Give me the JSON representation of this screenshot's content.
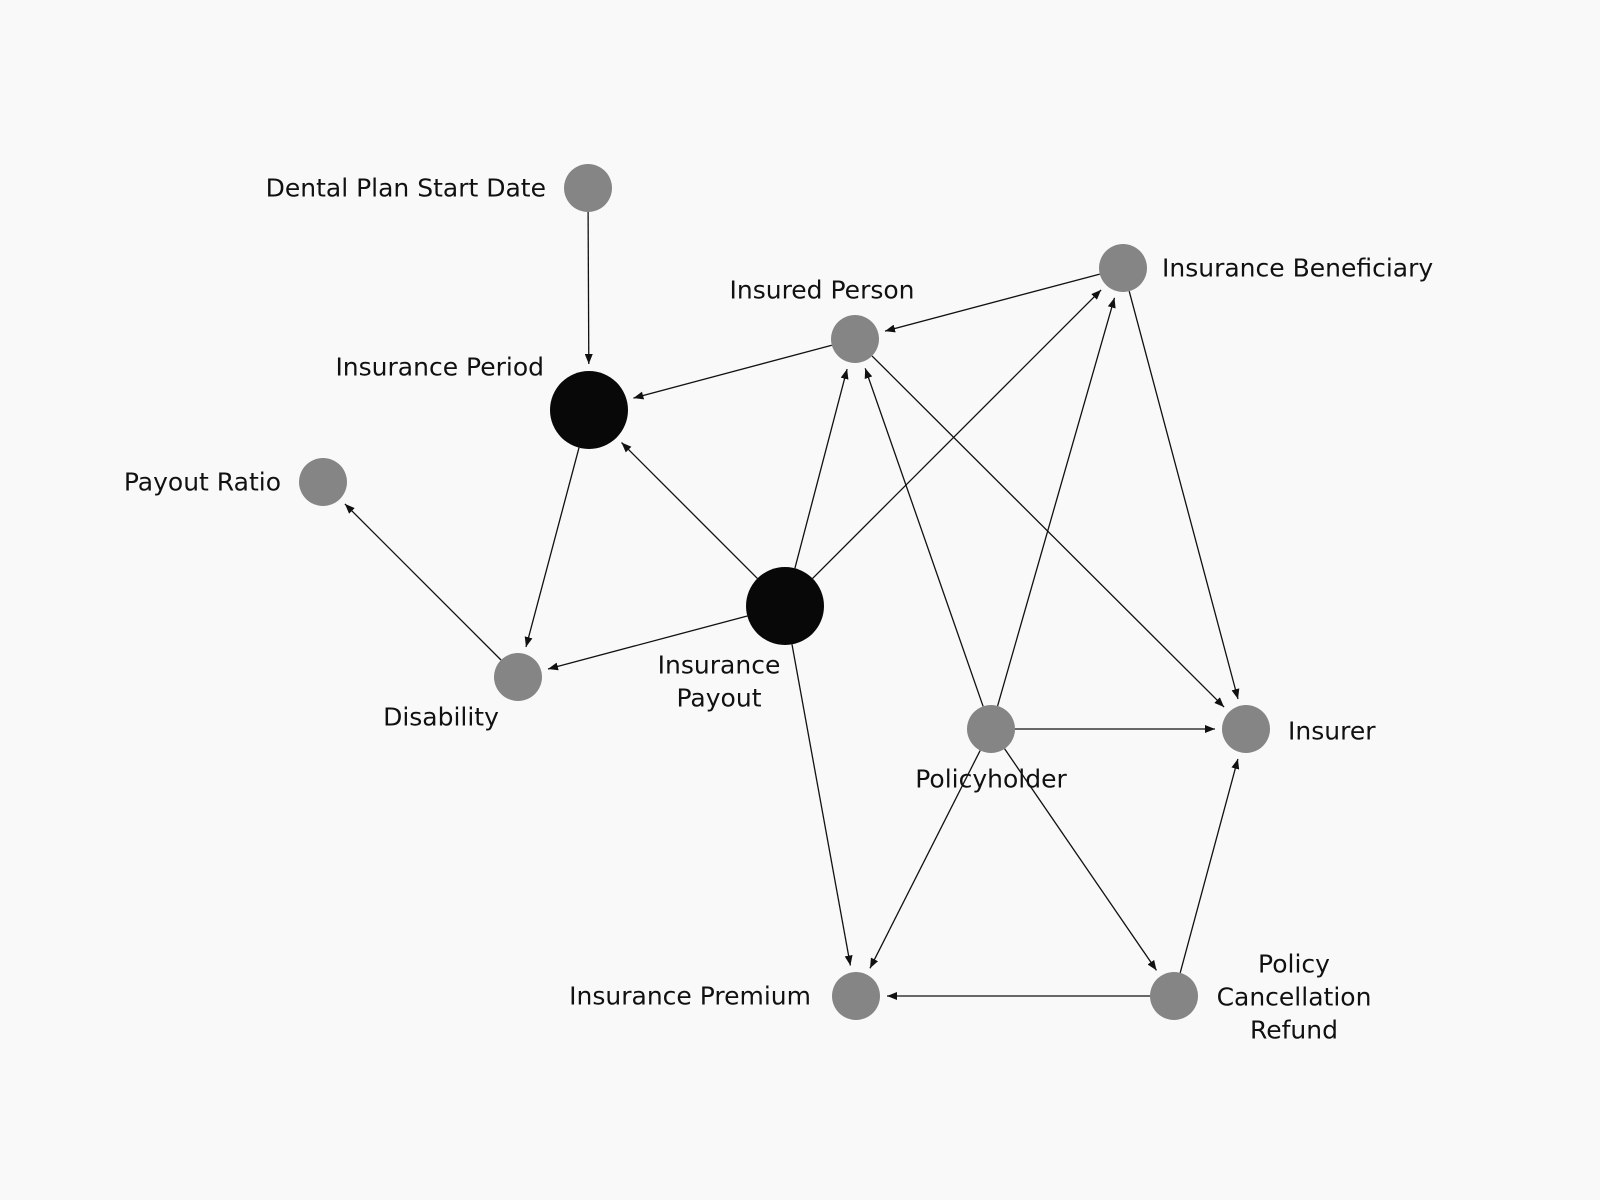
{
  "colors": {
    "background": "#f9f9f9",
    "node_regular": "#858585",
    "node_key": "#080808",
    "edge": "#111111",
    "text": "#111111"
  },
  "nodes": [
    {
      "id": "dental_start",
      "label": [
        "Dental Plan Start Date"
      ],
      "kind": "regular"
    },
    {
      "id": "insurance_period",
      "label": [
        "Insurance Period"
      ],
      "kind": "key"
    },
    {
      "id": "insured_person",
      "label": [
        "Insured Person"
      ],
      "kind": "regular"
    },
    {
      "id": "beneficiary",
      "label": [
        "Insurance Beneficiary"
      ],
      "kind": "regular"
    },
    {
      "id": "payout_ratio",
      "label": [
        "Payout Ratio"
      ],
      "kind": "regular"
    },
    {
      "id": "insurance_payout",
      "label": [
        "Insurance",
        "Payout"
      ],
      "kind": "key"
    },
    {
      "id": "disability",
      "label": [
        "Disability"
      ],
      "kind": "regular"
    },
    {
      "id": "policyholder",
      "label": [
        "Policyholder"
      ],
      "kind": "regular"
    },
    {
      "id": "insurer",
      "label": [
        "Insurer"
      ],
      "kind": "regular"
    },
    {
      "id": "premium",
      "label": [
        "Insurance Premium"
      ],
      "kind": "regular"
    },
    {
      "id": "refund",
      "label": [
        "Policy",
        "Cancellation",
        "Refund"
      ],
      "kind": "regular"
    }
  ],
  "edges": [
    {
      "from": "dental_start",
      "to": "insurance_period"
    },
    {
      "from": "insured_person",
      "to": "insurance_period"
    },
    {
      "from": "beneficiary",
      "to": "insured_person"
    },
    {
      "from": "insurance_period",
      "to": "disability"
    },
    {
      "from": "disability",
      "to": "payout_ratio"
    },
    {
      "from": "insurance_payout",
      "to": "insurance_period"
    },
    {
      "from": "insurance_payout",
      "to": "insured_person"
    },
    {
      "from": "insurance_payout",
      "to": "beneficiary"
    },
    {
      "from": "insurance_payout",
      "to": "disability"
    },
    {
      "from": "insurance_payout",
      "to": "premium"
    },
    {
      "from": "insured_person",
      "to": "insurer"
    },
    {
      "from": "beneficiary",
      "to": "insurer"
    },
    {
      "from": "policyholder",
      "to": "insured_person"
    },
    {
      "from": "policyholder",
      "to": "beneficiary"
    },
    {
      "from": "policyholder",
      "to": "insurer"
    },
    {
      "from": "policyholder",
      "to": "premium"
    },
    {
      "from": "policyholder",
      "to": "refund"
    },
    {
      "from": "refund",
      "to": "premium"
    },
    {
      "from": "refund",
      "to": "insurer"
    }
  ]
}
